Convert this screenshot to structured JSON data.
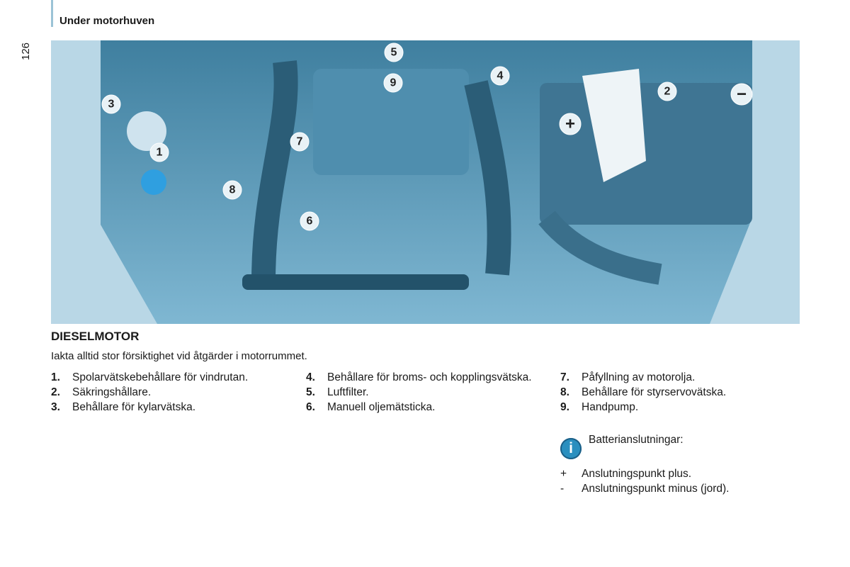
{
  "header": {
    "section_title": "Under motorhuven",
    "page_number": "126"
  },
  "illustration": {
    "callouts": [
      "1",
      "2",
      "3",
      "4",
      "5",
      "6",
      "7",
      "8",
      "9"
    ],
    "symbols": {
      "plus": "+",
      "minus": "−"
    }
  },
  "content": {
    "title": "DIESELMOTOR",
    "intro": "Iakta alltid stor försiktighet vid åtgärder i motorrummet.",
    "columns": [
      [
        {
          "num": "1.",
          "text": "Spolarvätskebehållare för vindrutan."
        },
        {
          "num": "2.",
          "text": "Säkringshållare."
        },
        {
          "num": "3.",
          "text": "Behållare för kylarvätska."
        }
      ],
      [
        {
          "num": "4.",
          "text": "Behållare för broms- och kopplingsvätska."
        },
        {
          "num": "5.",
          "text": "Luftfilter."
        },
        {
          "num": "6.",
          "text": "Manuell oljemätsticka."
        }
      ],
      [
        {
          "num": "7.",
          "text": "Påfyllning av motorolja."
        },
        {
          "num": "8.",
          "text": "Behållare för styrservovätska."
        },
        {
          "num": "9.",
          "text": "Handpump."
        }
      ]
    ],
    "info": {
      "icon": "info-icon",
      "label": "Batterianslutningar:"
    },
    "terminals": [
      {
        "sym": "+",
        "text": "Anslutningspunkt plus."
      },
      {
        "sym": "-",
        "text": "Anslutningspunkt minus (jord)."
      }
    ]
  },
  "colors": {
    "accent": "#2a8fbf",
    "illustration_bg": "#5b9fc0",
    "header_bar": "#9bc3d6"
  }
}
